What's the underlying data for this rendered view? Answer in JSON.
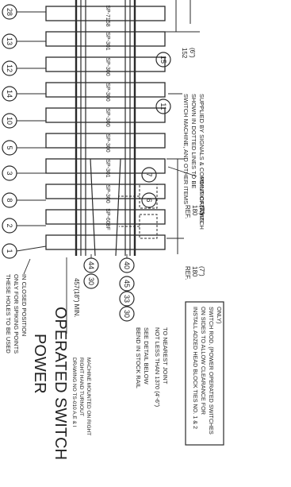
{
  "title": {
    "line1": "POWER",
    "line2": "OPERATED SWITCH",
    "drawing_line1": "DRAWING NO TS-010 A,E & I",
    "drawing_line2": "RIGHT HAND TURNOUT",
    "drawing_line3": "MACHINE MOUNTED ON RIGHT"
  },
  "notes": {
    "holes_line1": "THESE HOLES TO BE USED",
    "holes_line2": "ONLY FOR SPIKING POINTS",
    "holes_line3": "IN CLOSED POSITION",
    "bend_line1": "BEND IN STOCK RAIL",
    "bend_line2": "SEE DETAIL BELOW",
    "joint_line1": "NOT LESS THAN 1370 (4'-6\")",
    "joint_line2": "TO NEAREST JOINT",
    "machine_line1": "SWITCH MACHINE, AND OTHER ITEMS",
    "machine_line2": "SHOWN IN DOTTED LINES TO BE",
    "machine_line3": "SUPPLIED BY SIGNALS & COMMUNICATIONS",
    "point_of_switch": "POINT OF SWITCH",
    "install_line1": "INSTALL ADZED HEAD BLOCK TIES NO. 1 & 2",
    "install_line2": "ON SIDES TO ALLOW CLEARANCE FOR",
    "install_line3": "SWITCH ROD. (POWER OPERATED SWITCHES",
    "install_line4": "ONLY)"
  },
  "dimensions": {
    "min_457": "457(18\") MIN.",
    "d152": "152",
    "d152_in": "(6\")",
    "ref1": "REF.",
    "ref1_val": "180",
    "ref1_in": "(7\")",
    "ref2": "REF.",
    "ref2_val": "180",
    "ref2_in": "(7\")"
  },
  "callouts": {
    "c28": "28",
    "c13": "13",
    "c12": "12",
    "c14": "14",
    "c10": "10",
    "c5": "5",
    "c3": "3",
    "c8": "8",
    "c2": "2",
    "c1": "1",
    "c15": "15",
    "c11": "11",
    "c7": "7",
    "c6": "6",
    "c30a": "30",
    "c44": "44",
    "c40": "40",
    "c30b": "30",
    "c33": "33",
    "c45": "45"
  },
  "tie_plates": [
    "SP-7158",
    "SP-301",
    "SP-300",
    "SP-300",
    "SP-300",
    "SP-300",
    "SP-301",
    "SP-300",
    "SP-608F"
  ]
}
